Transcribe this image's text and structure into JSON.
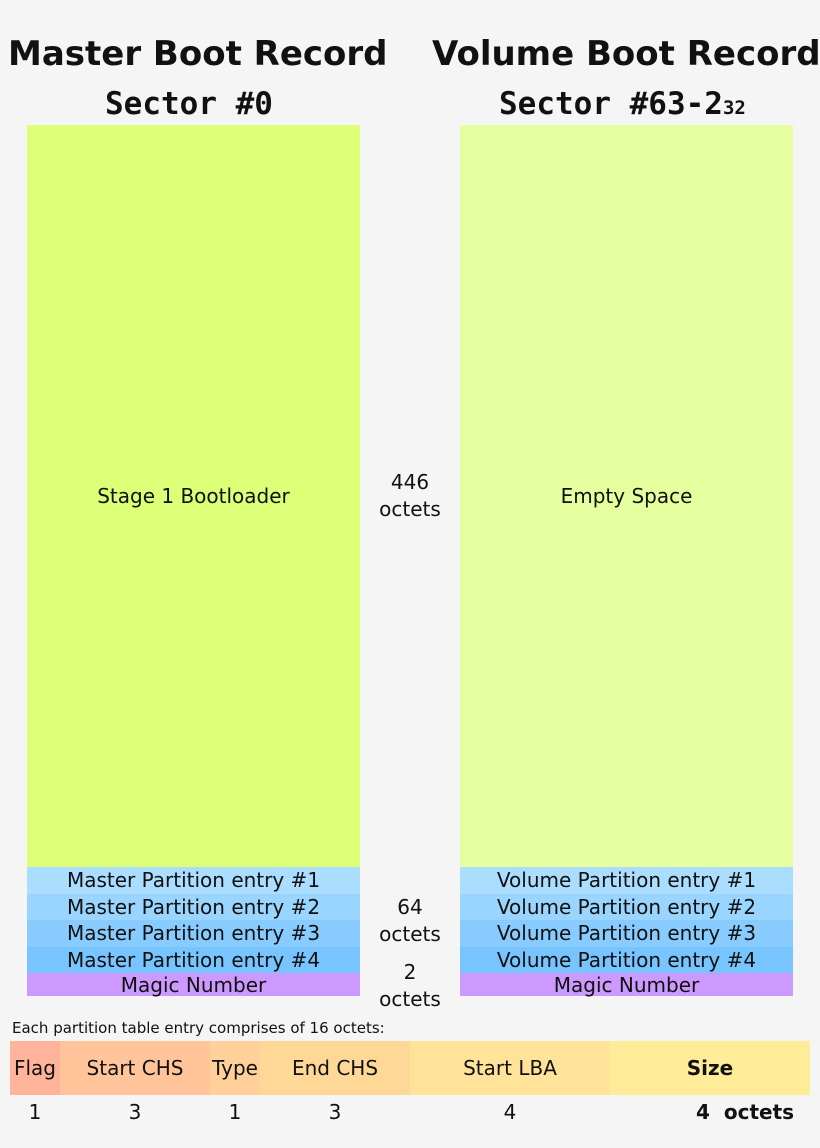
{
  "mbr": {
    "title": "Master Boot Record",
    "sector_label": "Sector #0",
    "bootloader": "Stage 1 Bootloader",
    "partitions": [
      "Master Partition entry #1",
      "Master Partition entry #2",
      "Master Partition entry #3",
      "Master Partition entry #4"
    ],
    "magic": "Magic Number"
  },
  "vbr": {
    "title": "Volume Boot Record",
    "sector_label": "Sector #63-2",
    "sector_sup": "32",
    "empty": "Empty Space",
    "partitions": [
      "Volume Partition entry #1",
      "Volume Partition entry #2",
      "Volume Partition entry #3",
      "Volume Partition entry #4"
    ],
    "magic": "Magic Number"
  },
  "sizes": {
    "bootloader": {
      "value": "446",
      "unit": "octets"
    },
    "partitions": {
      "value": "64",
      "unit": "octets"
    },
    "magic": {
      "value": "2",
      "unit": "octets"
    }
  },
  "entry": {
    "caption": "Each partition table entry comprises of 16 octets:",
    "fields": [
      {
        "label": "Flag",
        "size": "1",
        "color": "#ffb39a"
      },
      {
        "label": "Start CHS",
        "size": "3",
        "color": "#ffc49a"
      },
      {
        "label": "Type",
        "size": "1",
        "color": "#ffd09a"
      },
      {
        "label": "End CHS",
        "size": "3",
        "color": "#ffd898"
      },
      {
        "label": "Start LBA",
        "size": "4",
        "color": "#ffe398"
      },
      {
        "label": "Size",
        "size": "4",
        "color": "#ffec98"
      }
    ],
    "unit": "octets"
  },
  "colors": {
    "bootloader": "#ddff77",
    "empty": "#e5ff9e",
    "partition": [
      "#aaddff",
      "#99d5ff",
      "#88ccff",
      "#77c4ff"
    ],
    "magic": "#cc99ff"
  }
}
